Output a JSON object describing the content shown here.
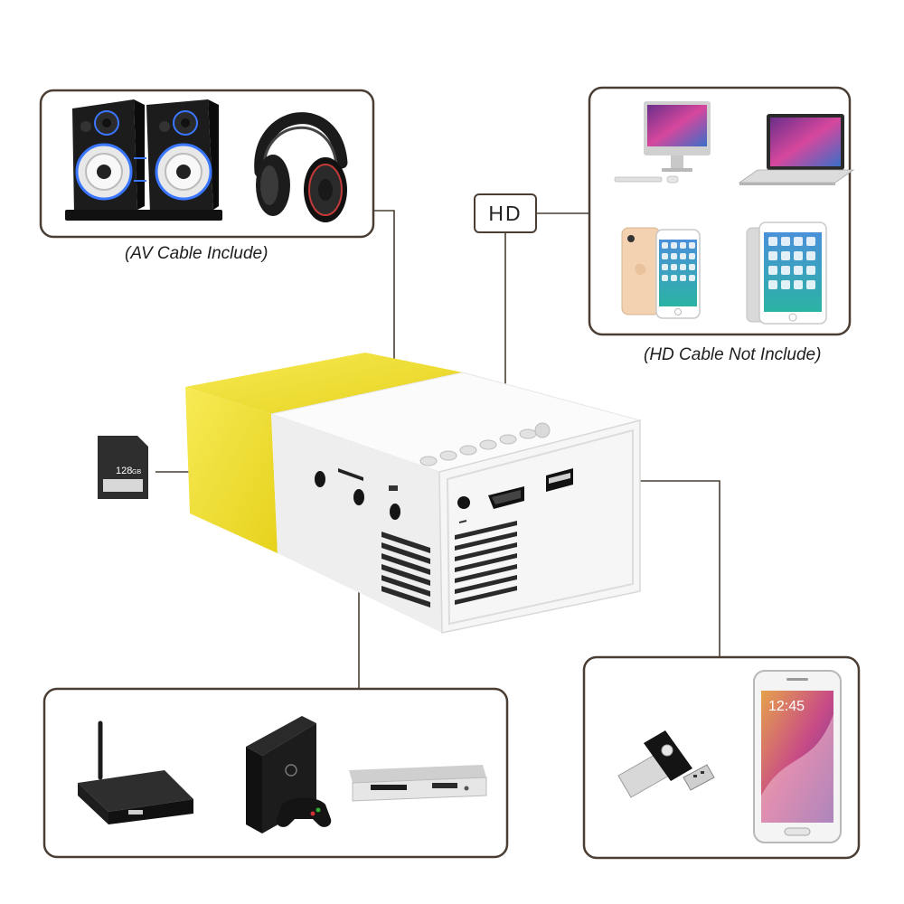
{
  "hd_label": "HD",
  "av_caption": "(AV Cable Include)",
  "hd_caption": "(HD Cable Not Include)",
  "sd_card": {
    "capacity": "128",
    "unit": "GB"
  },
  "phone_time": "12:45",
  "colors": {
    "frame": "#4a3e34",
    "yellow": "#f2e23a",
    "body": "#f4f4f4"
  },
  "groups": {
    "audio": [
      "speaker-pair",
      "headphones"
    ],
    "hd_devices": [
      "imac",
      "macbook",
      "iphone",
      "ipad"
    ],
    "av_devices": [
      "tv-box",
      "game-console",
      "dvd-player"
    ],
    "usb_devices": [
      "usb-flash-drive",
      "smartphone"
    ]
  }
}
